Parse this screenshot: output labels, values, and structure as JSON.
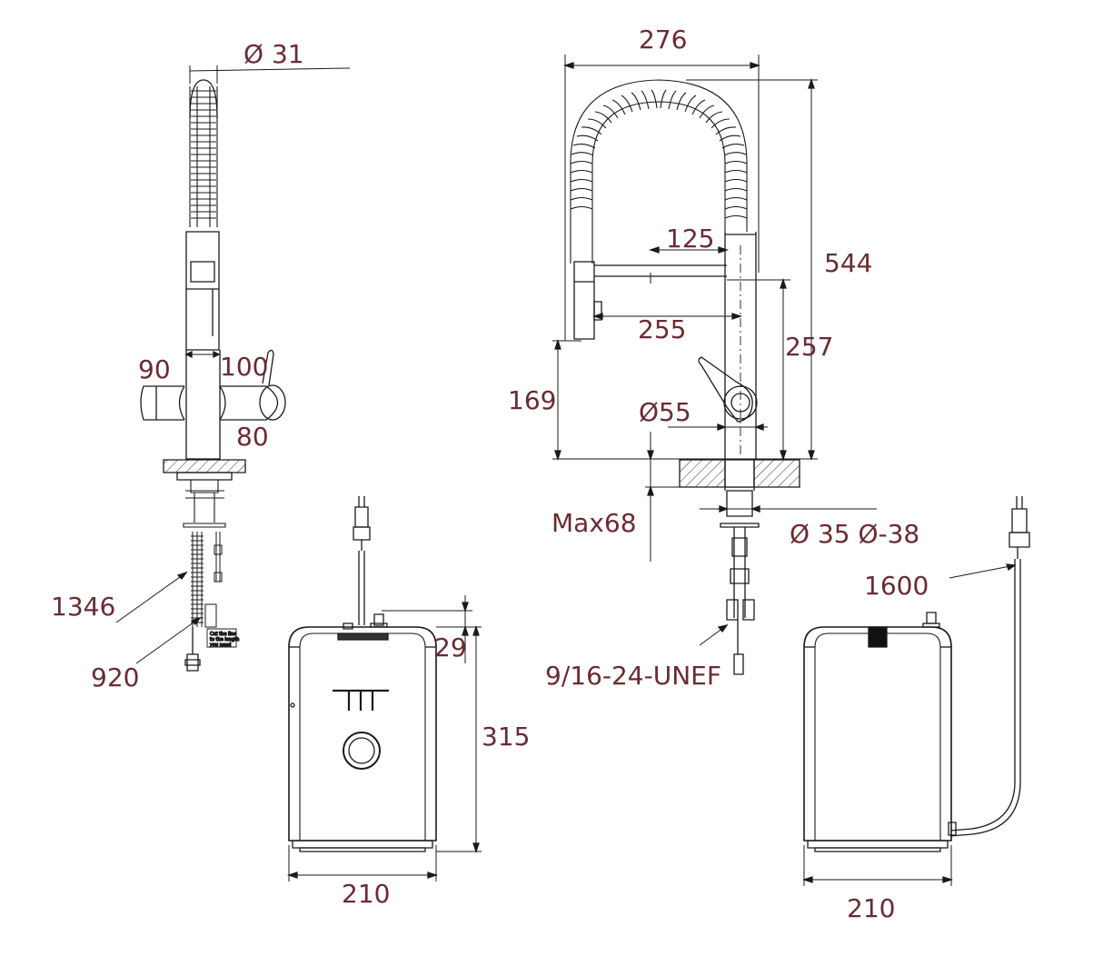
{
  "dimensions": {
    "d31": "Ø 31",
    "d276": "276",
    "d544": "544",
    "d125": "125",
    "d255": "255",
    "d257": "257",
    "d169": "169",
    "d55": "Ø55",
    "max68": "Max68",
    "d35_38": "Ø 35 Ø-38",
    "thread": "9/16-24-UNEF",
    "d90": "90",
    "d100": "100",
    "d80": "80",
    "d1346": "1346",
    "d920": "920",
    "d29": "29",
    "d315": "315",
    "d210_left": "210",
    "d210_right": "210",
    "d1600": "1600"
  },
  "hose_tag": {
    "line1": "Cut the line",
    "line2": "to the length",
    "line3": "you need"
  },
  "colors": {
    "dimension_text": "#6a2b33",
    "line": "#1a1a1a"
  }
}
